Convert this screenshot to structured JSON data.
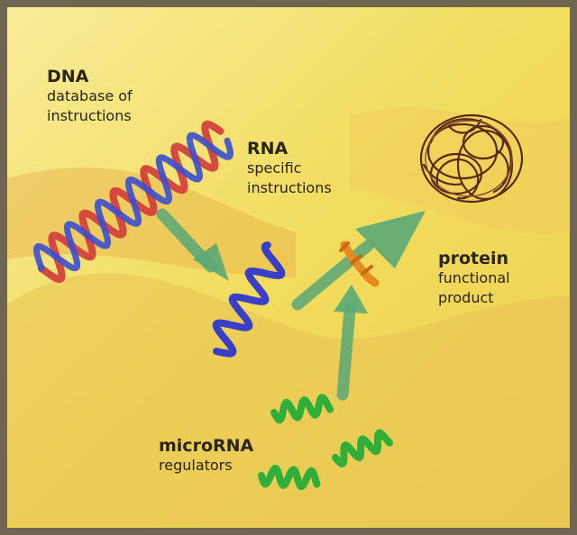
{
  "dna": {
    "title": "DNA",
    "subtitle": "database of\ninstructions"
  },
  "rna": {
    "title": "RNA",
    "subtitle": "specific\ninstructions"
  },
  "protein": {
    "title": "protein",
    "subtitle": "functional\nproduct"
  },
  "microrna": {
    "title": "microRNA",
    "subtitle": "regulators"
  },
  "colors": {
    "frame": "#6e6650",
    "background": "#f3e070",
    "dna_strand_a": "#d23a3a",
    "dna_strand_b": "#3b4fd0",
    "rna": "#3a3fc8",
    "microrna": "#2fae3a",
    "arrow": "#5aa878",
    "inhibition_mark": "#e58a1e",
    "protein": "#5a2a18"
  },
  "icons": [
    "dna-helix-icon",
    "rna-strand-icon",
    "protein-coil-icon",
    "microrna-strand-icon",
    "arrow-icon",
    "inhibition-mark-icon"
  ]
}
